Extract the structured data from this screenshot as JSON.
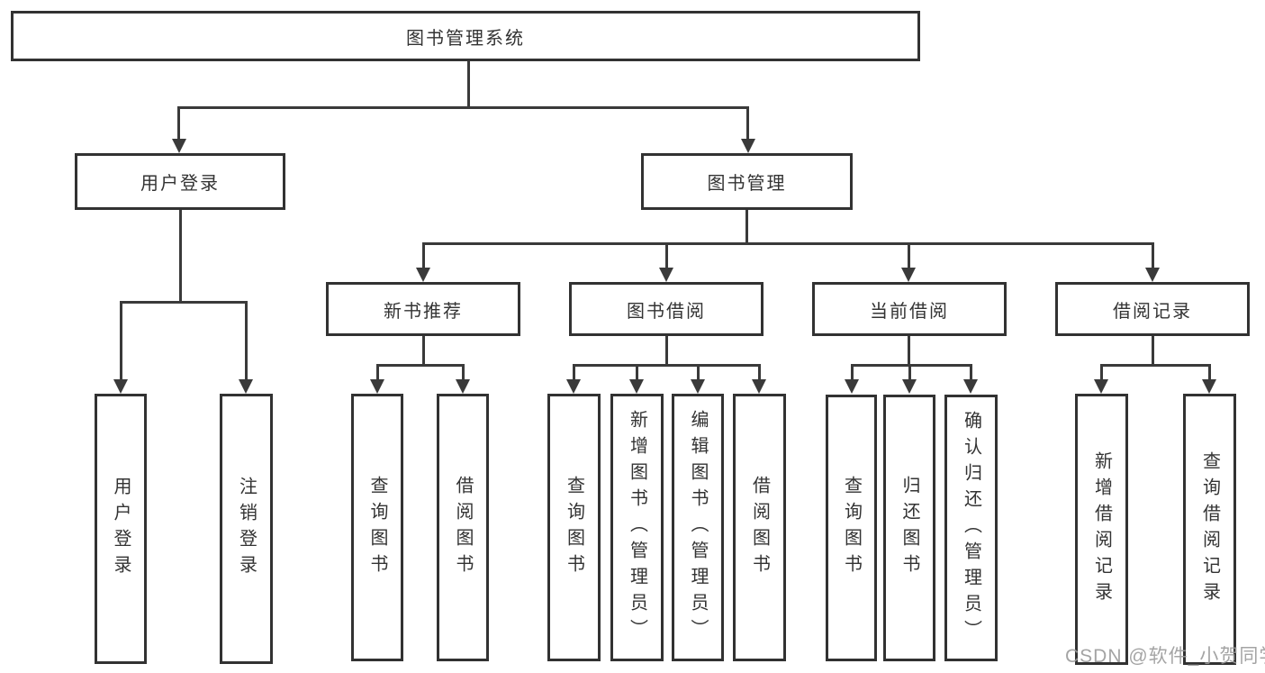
{
  "diagram": {
    "type": "hierarchy-tree",
    "colors": {
      "line": "#3a3a3a",
      "box_border": "#323232",
      "text": "#333333",
      "background": "#ffffff",
      "watermark": "#9b9b9b"
    },
    "nodes": {
      "root": "图书管理系统",
      "user_login": "用户登录",
      "book_management": "图书管理",
      "new_book_recommend": "新书推荐",
      "book_borrowing": "图书借阅",
      "current_borrowing": "当前借阅",
      "borrowing_records": "借阅记录",
      "ul_user_login": "用户登录",
      "ul_logout": "注销登录",
      "nbr_query_books": "查询图书",
      "nbr_borrow_books": "借阅图书",
      "bb_query_books": "查询图书",
      "bb_add_books": "新增图书（管理员）",
      "bb_edit_books": "编辑图书（管理员）",
      "bb_borrow_books": "借阅图书",
      "cb_query_books": "查询图书",
      "cb_return_books": "归还图书",
      "cb_confirm_return": "确认归还（管理员）",
      "br_add_record": "新增借阅记录",
      "br_query_record": "查询借阅记录"
    },
    "edges": [
      [
        "图书管理系统",
        "用户登录"
      ],
      [
        "图书管理系统",
        "图书管理"
      ],
      [
        "用户登录",
        "用户登录"
      ],
      [
        "用户登录",
        "注销登录"
      ],
      [
        "图书管理",
        "新书推荐"
      ],
      [
        "图书管理",
        "图书借阅"
      ],
      [
        "图书管理",
        "当前借阅"
      ],
      [
        "图书管理",
        "借阅记录"
      ],
      [
        "新书推荐",
        "查询图书"
      ],
      [
        "新书推荐",
        "借阅图书"
      ],
      [
        "图书借阅",
        "查询图书"
      ],
      [
        "图书借阅",
        "新增图书（管理员）"
      ],
      [
        "图书借阅",
        "编辑图书（管理员）"
      ],
      [
        "图书借阅",
        "借阅图书"
      ],
      [
        "当前借阅",
        "查询图书"
      ],
      [
        "当前借阅",
        "归还图书"
      ],
      [
        "当前借阅",
        "确认归还（管理员）"
      ],
      [
        "借阅记录",
        "新增借阅记录"
      ],
      [
        "借阅记录",
        "查询借阅记录"
      ]
    ],
    "watermark": "CSDN @软件_小贺同学"
  }
}
